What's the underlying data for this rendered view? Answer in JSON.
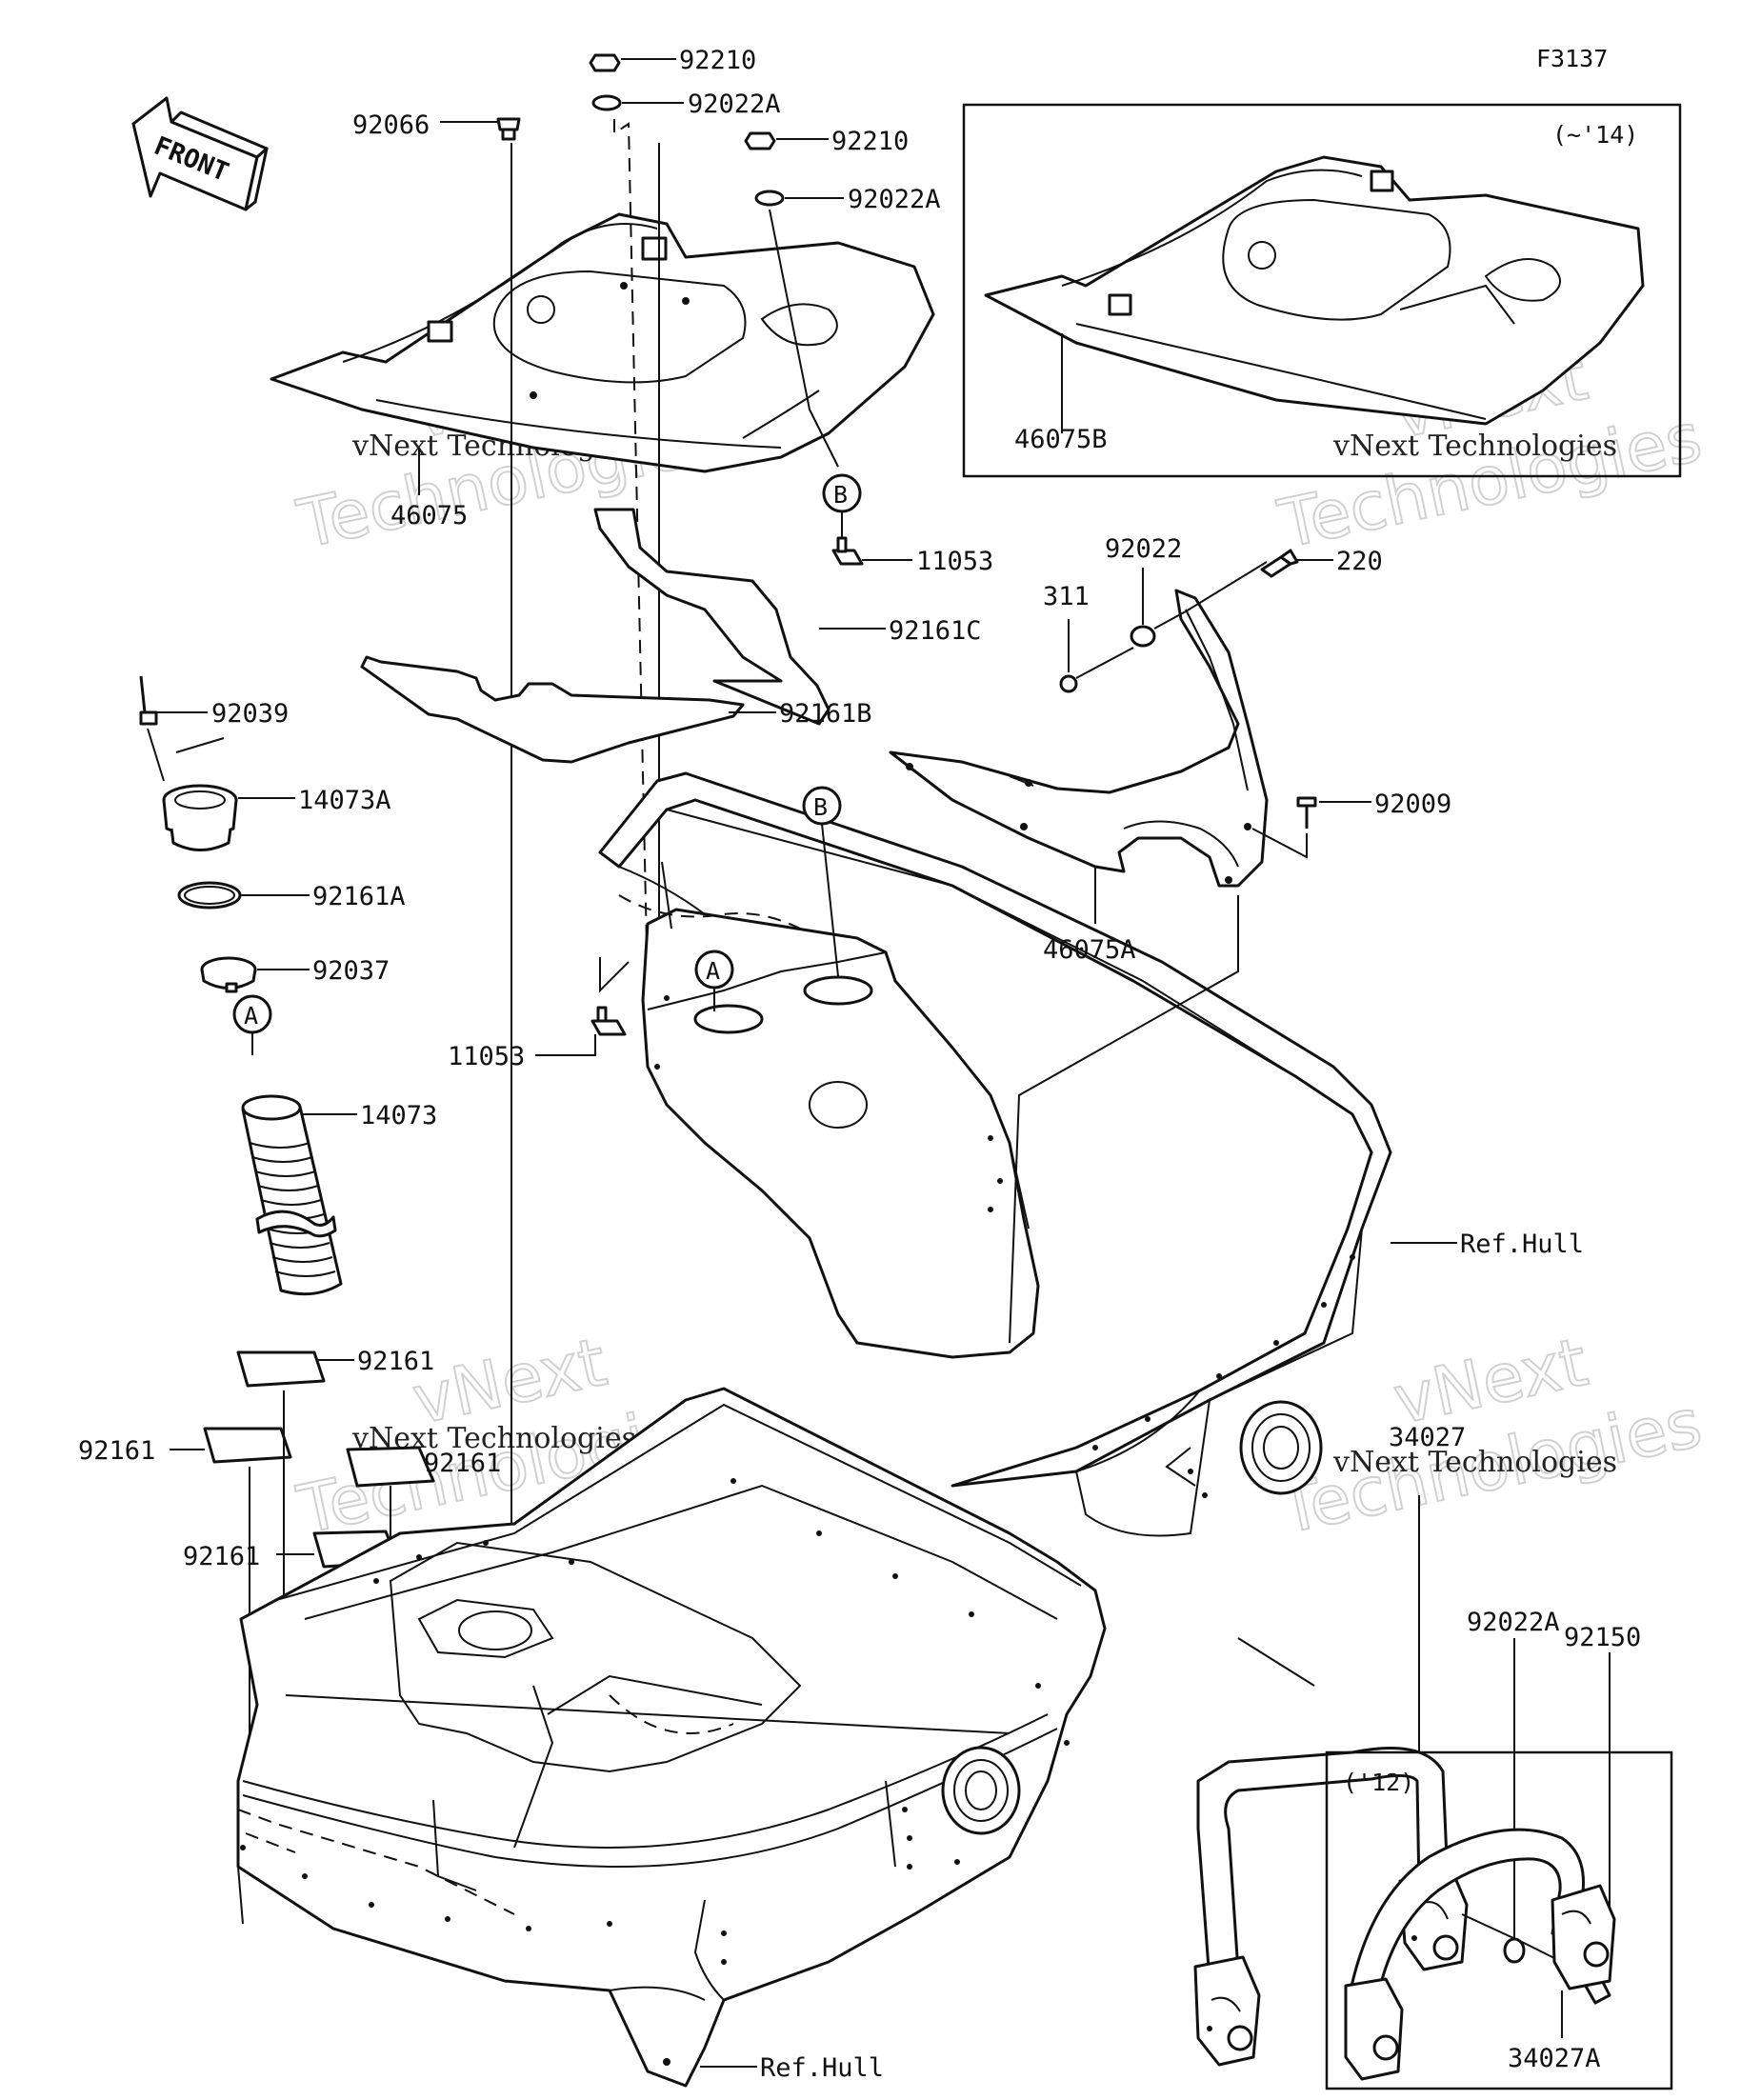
{
  "figure_code": "F3137",
  "front_label": "FRONT",
  "watermarks": {
    "brand": "vNext",
    "word": "Technologies",
    "full": "vNext Technologies"
  },
  "callouts": {
    "ref_a": "A",
    "ref_b": "B"
  },
  "insets": {
    "upto14": {
      "label": "(~'14)"
    },
    "y12": {
      "label": "('12)"
    }
  },
  "parts": [
    "92210",
    "92022A",
    "92066",
    "92210",
    "92022A",
    "46075",
    "11053",
    "92161C",
    "92161B",
    "92039",
    "14073A",
    "92161A",
    "92037",
    "14073",
    "92161",
    "92161",
    "92161",
    "11053",
    "46075B",
    "92022",
    "311",
    "220",
    "92009",
    "46075A",
    "Ref.Hull",
    "34027",
    "92022A",
    "92150",
    "34027A",
    "Ref.Hull"
  ],
  "colors": {
    "line": "#111111",
    "background": "#ffffff",
    "watermark": "#c9c9c9"
  }
}
